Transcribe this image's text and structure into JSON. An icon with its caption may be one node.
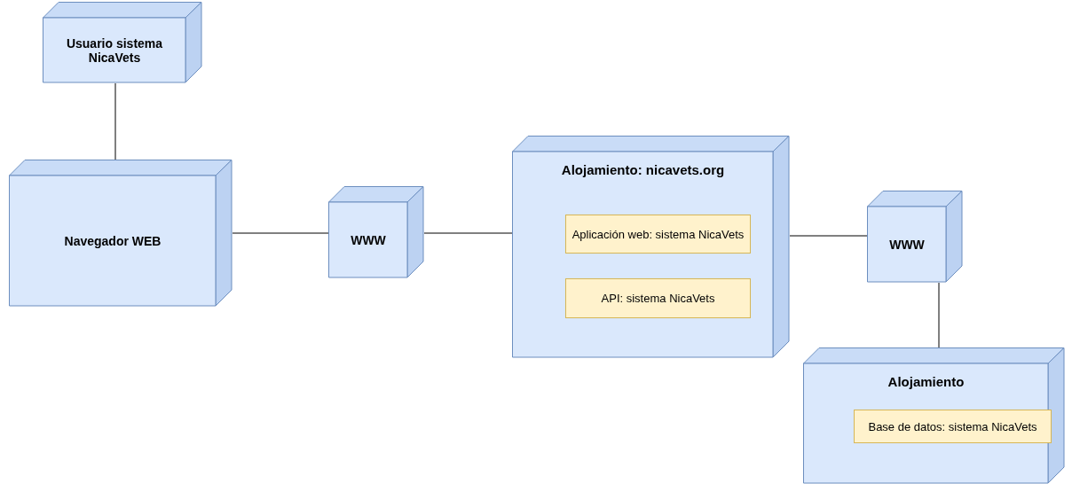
{
  "diagram": {
    "nodes": [
      {
        "text": [
          "Usuario sistema NicaVets"
        ]
      },
      {
        "text": [
          "Navegador WEB"
        ]
      },
      {
        "text": [
          "WWW"
        ]
      },
      {
        "text": [
          "Alojamiento: nicavets.org"
        ]
      },
      {
        "text": [
          "Aplicación web: sistema NicaVets"
        ],
        "in": 3
      },
      {
        "text": [
          "API: sistema NicaVets"
        ],
        "in": 3
      },
      {
        "text": [
          "WWW"
        ]
      },
      {
        "text": [
          "Alojamiento"
        ]
      },
      {
        "text": [
          "Base de datos: sistema NicaVets"
        ],
        "in": 7
      }
    ],
    "edges": [
      {
        "from": 0,
        "to": 1,
        "arrow": "none"
      },
      {
        "from": 1,
        "to": 2,
        "arrow": "none"
      },
      {
        "from": 2,
        "to": 3,
        "arrow": "none"
      },
      {
        "from": 3,
        "to": 6,
        "arrow": "none"
      },
      {
        "from": 6,
        "to": 7,
        "arrow": "none"
      }
    ]
  }
}
